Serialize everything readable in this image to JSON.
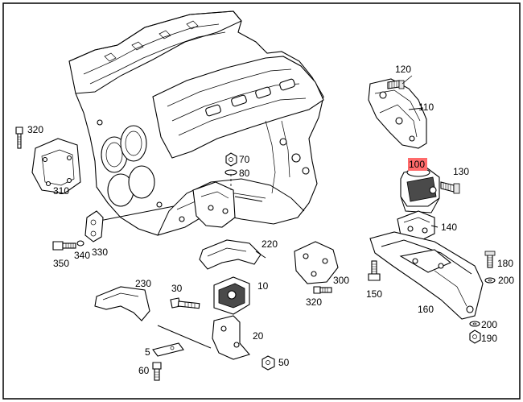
{
  "diagram": {
    "highlight_color": "#ff6b6b",
    "highlighted_part": "100",
    "labels": {
      "p5": "5",
      "p10": "10",
      "p20": "20",
      "p30": "30",
      "p50": "50",
      "p60": "60",
      "p70": "70",
      "p80": "80",
      "p100": "100",
      "p110": "110",
      "p120": "120",
      "p130": "130",
      "p140": "140",
      "p150": "150",
      "p160": "160",
      "p180": "180",
      "p190": "190",
      "p200a": "200",
      "p200b": "200",
      "p220": "220",
      "p230": "230",
      "p300": "300",
      "p310": "310",
      "p320a": "320",
      "p320b": "320",
      "p330": "330",
      "p340": "340",
      "p350": "350"
    }
  }
}
